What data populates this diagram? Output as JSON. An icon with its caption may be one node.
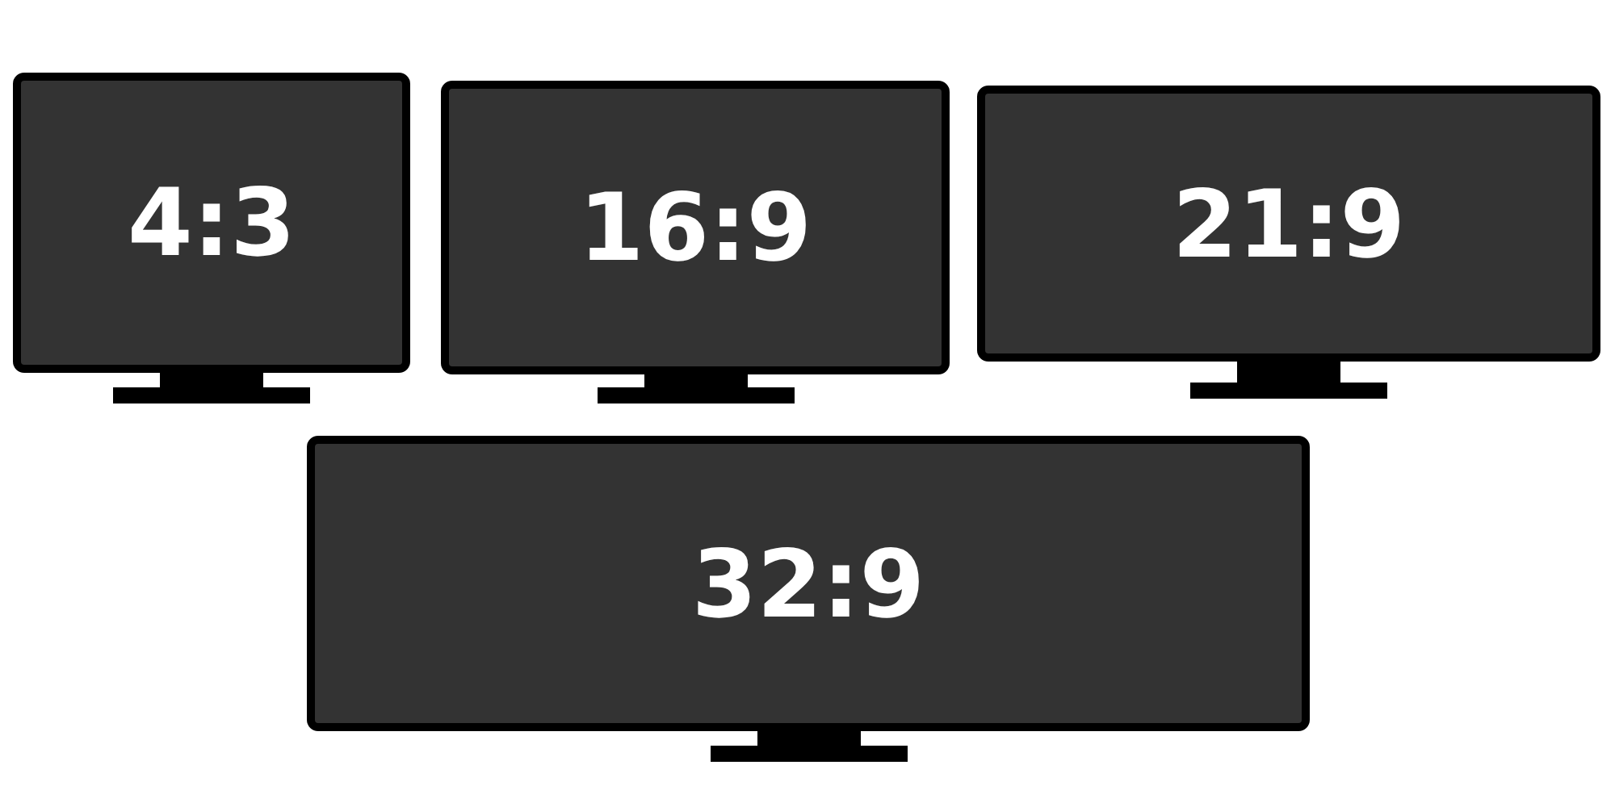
{
  "diagram": {
    "nodes": [
      {
        "text": [
          "4:3"
        ]
      },
      {
        "text": [
          "16:9"
        ]
      },
      {
        "text": [
          "21:9"
        ]
      },
      {
        "text": [
          "32:9"
        ]
      }
    ]
  }
}
